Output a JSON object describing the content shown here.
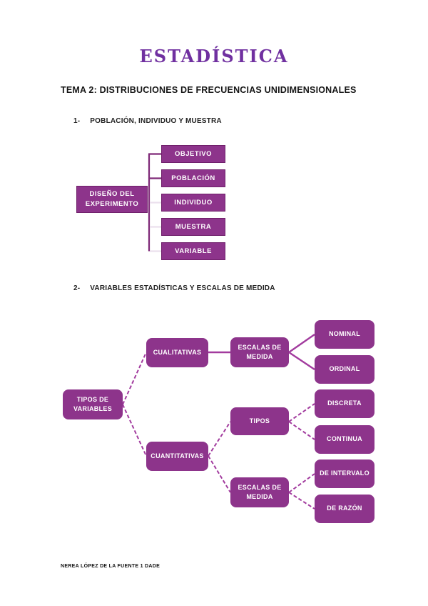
{
  "page": {
    "title": "ESTADÍSTICA",
    "heading": "TEMA 2: DISTRIBUCIONES DE FRECUENCIAS UNIDIMENSIONALES",
    "footer": "NEREA LÓPEZ DE LA FUENTE 1 DADE"
  },
  "sections": [
    {
      "number": "1-",
      "title": "POBLACIÓN, INDIVIDUO Y MUESTRA"
    },
    {
      "number": "2-",
      "title": "VARIABLES ESTADÍSTICAS Y ESCALAS DE MEDIDA"
    }
  ],
  "experiment_diagram": {
    "root": "DISEÑO DEL EXPERIMENTO",
    "children": [
      "OBJETIVO",
      "POBLACIÓN",
      "INDIVIDUO",
      "MUESTRA",
      "VARIABLE"
    ]
  },
  "variables_diagram": {
    "root": "TIPOS DE VARIABLES",
    "branches": [
      "CUALITATIVAS",
      "CUANTITATIVAS"
    ],
    "subnodes": [
      "ESCALAS DE MEDIDA",
      "TIPOS",
      "ESCALAS DE MEDIDA"
    ],
    "leaves": [
      "NOMINAL",
      "ORDINAL",
      "DISCRETA",
      "CONTINUA",
      "DE INTERVALO",
      "DE RAZÓN"
    ]
  },
  "colors": {
    "node_fill": "#8D348B",
    "node_border": "#6F1F6A",
    "connector": "#A23B9E",
    "connector_dark": "#7E2877",
    "connector_faint": "#EBDFED",
    "title_purple": "#7030A0"
  }
}
